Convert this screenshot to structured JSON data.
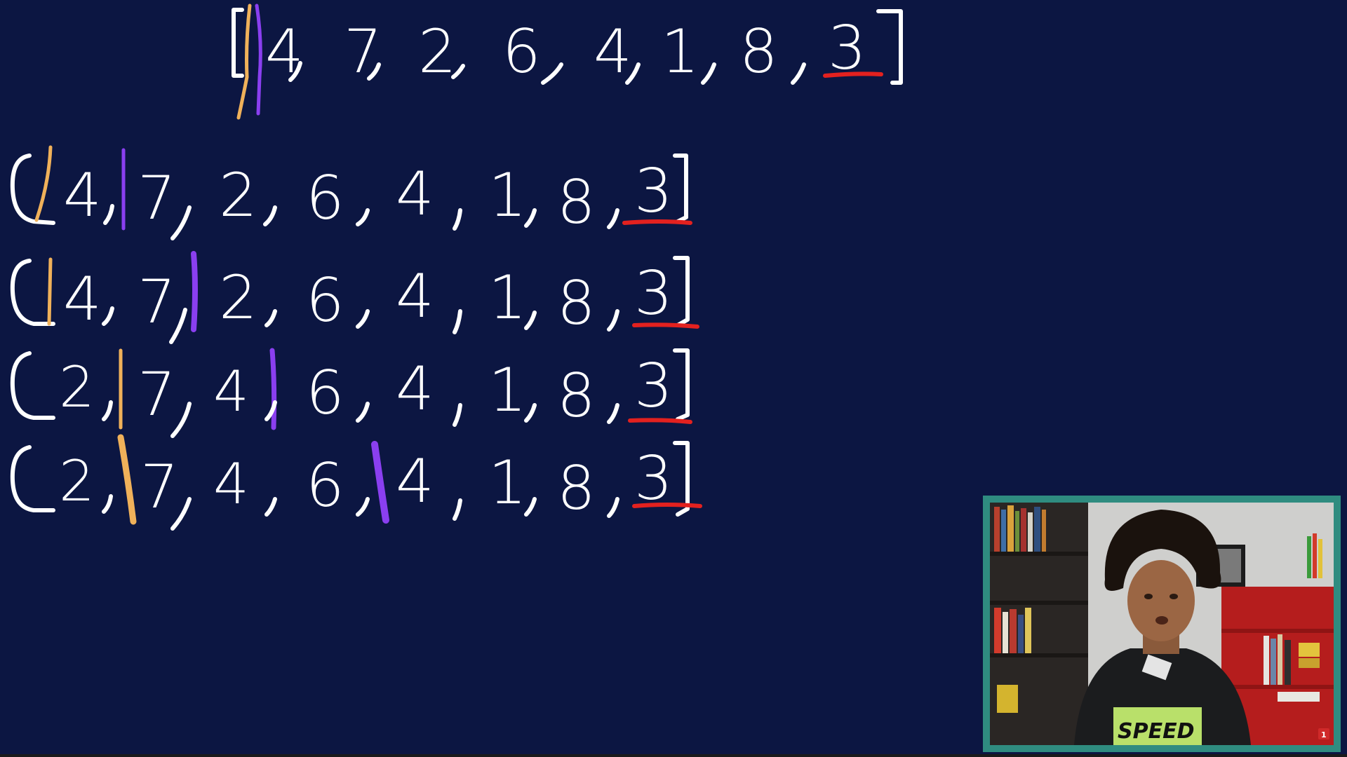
{
  "board": {
    "rows": [
      {
        "label": "initial",
        "values": [
          "4",
          "7",
          "2",
          "6",
          "4",
          "1",
          "8",
          "3"
        ]
      },
      {
        "label": "step-1",
        "values": [
          "4",
          "7",
          "2",
          "6",
          "4",
          "1",
          "8",
          "3"
        ]
      },
      {
        "label": "step-2",
        "values": [
          "4",
          "7",
          "2",
          "6",
          "4",
          "1",
          "8",
          "3"
        ]
      },
      {
        "label": "step-3",
        "values": [
          "2",
          "7",
          "4",
          "6",
          "4",
          "1",
          "8",
          "3"
        ]
      },
      {
        "label": "step-4",
        "values": [
          "2",
          "7",
          "4",
          "6",
          "4",
          "1",
          "8",
          "3"
        ]
      }
    ],
    "pivot": "3",
    "colors": {
      "background": "#0c1642",
      "ink": "#ffffff",
      "pointer_i": "#f0b15a",
      "pointer_j": "#8a3ff0",
      "pivot_underline": "#e3211f"
    }
  },
  "webcam": {
    "frame_color": "#2f8c80",
    "shirt_text": "SPEED",
    "notification_count": "1"
  }
}
